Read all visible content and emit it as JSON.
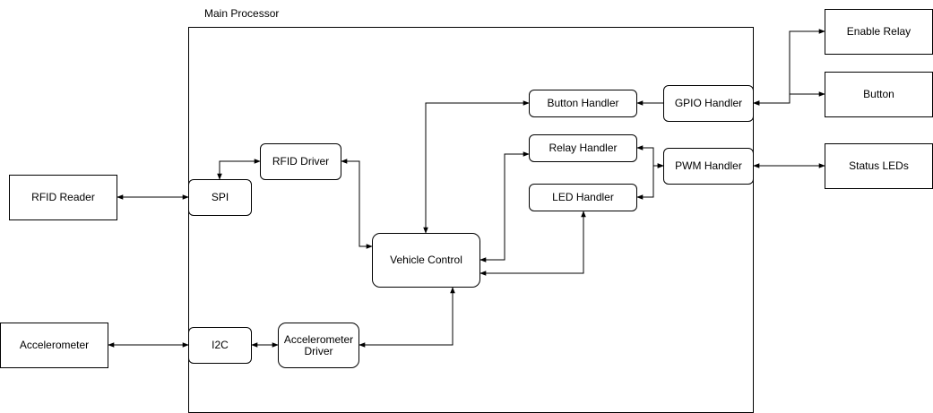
{
  "diagram": {
    "container": {
      "title": "Main Processor"
    },
    "blocks": {
      "rfid_reader": "RFID Reader",
      "accelerometer": "Accelerometer",
      "enable_relay": "Enable Relay",
      "button": "Button",
      "status_leds": "Status LEDs",
      "spi": "SPI",
      "i2c": "I2C",
      "rfid_driver": "RFID Driver",
      "accelerometer_driver": "Accelerometer\nDriver",
      "vehicle_control": "Vehicle Control",
      "button_handler": "Button Handler",
      "relay_handler": "Relay Handler",
      "led_handler": "LED Handler",
      "gpio_handler": "GPIO Handler",
      "pwm_handler": "PWM Handler"
    },
    "connections": [
      {
        "from": "rfid_reader",
        "to": "spi",
        "direction": "bidirectional"
      },
      {
        "from": "spi",
        "to": "rfid_driver",
        "direction": "bidirectional"
      },
      {
        "from": "rfid_driver",
        "to": "vehicle_control",
        "direction": "bidirectional"
      },
      {
        "from": "accelerometer",
        "to": "i2c",
        "direction": "bidirectional"
      },
      {
        "from": "i2c",
        "to": "accelerometer_driver",
        "direction": "bidirectional"
      },
      {
        "from": "accelerometer_driver",
        "to": "vehicle_control",
        "direction": "bidirectional"
      },
      {
        "from": "vehicle_control",
        "to": "button_handler",
        "direction": "bidirectional"
      },
      {
        "from": "vehicle_control",
        "to": "relay_handler",
        "direction": "bidirectional"
      },
      {
        "from": "vehicle_control",
        "to": "led_handler",
        "direction": "bidirectional"
      },
      {
        "from": "gpio_handler",
        "to": "button_handler",
        "direction": "forward"
      },
      {
        "from": "relay_handler",
        "to": "pwm_handler",
        "direction": "bidirectional"
      },
      {
        "from": "led_handler",
        "to": "pwm_handler",
        "direction": "bidirectional"
      },
      {
        "from": "gpio_handler",
        "to": "enable_relay",
        "direction": "bidirectional"
      },
      {
        "from": "gpio_handler",
        "to": "button",
        "direction": "bidirectional"
      },
      {
        "from": "pwm_handler",
        "to": "status_leds",
        "direction": "bidirectional"
      }
    ]
  }
}
